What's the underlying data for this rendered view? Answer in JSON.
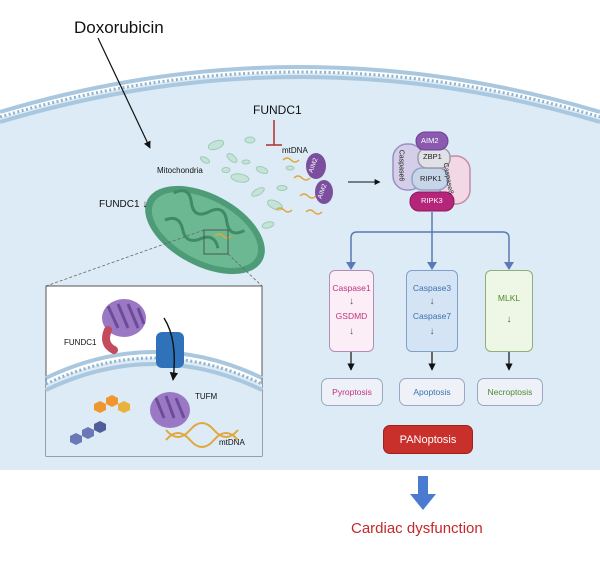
{
  "drug": "Doxorubicin",
  "regulators": {
    "fundc1_top": "FUNDC1",
    "fundc1_side": "FUNDC1",
    "down_arrow": "↓"
  },
  "organelles": {
    "mitochondria": "Mitochondria",
    "mtdna": "mtDNA"
  },
  "complex": {
    "aim2_top": "AIM2",
    "zbp1": "ZBP1",
    "caspase6": "Caspase6",
    "caspase8": "Caspase8",
    "ripk1": "RIPK1",
    "ripk3": "RIPK3"
  },
  "released_aim2": [
    "AIM2",
    "AIM2"
  ],
  "inset": {
    "fundc1": "FUNDC1",
    "tufm": "TUFM",
    "mtdna": "mtDNA"
  },
  "pathways": [
    {
      "lines": [
        "Caspase1",
        "GSDMD"
      ],
      "outcome": "Pyroptosis",
      "text_color": "#c2337e",
      "fill": "#fbeef6",
      "border": "#b78bb8"
    },
    {
      "lines": [
        "Caspase3",
        "Caspase7"
      ],
      "outcome": "Apoptosis",
      "text_color": "#3a73b0",
      "fill": "#d5e4f4",
      "border": "#7da1c9"
    },
    {
      "lines": [
        "MLKL"
      ],
      "outcome": "Necroptosis",
      "text_color": "#4f8a2e",
      "fill": "#eef6e6",
      "border": "#8fae79"
    }
  ],
  "panoptosis": "PANoptosis",
  "result": "Cardiac dysfunction",
  "colors": {
    "cytoplasm": "#dcebf5",
    "membrane": "#b7d2e6",
    "mito": "#5cac86",
    "complex_purple": "#8e5fae",
    "ripk3_magenta": "#b5257a",
    "panoptosis": "#c9302c",
    "result_red": "#c62828",
    "big_arrow": "#4b7bd0",
    "pathway_arrow": "#5a79b5"
  }
}
